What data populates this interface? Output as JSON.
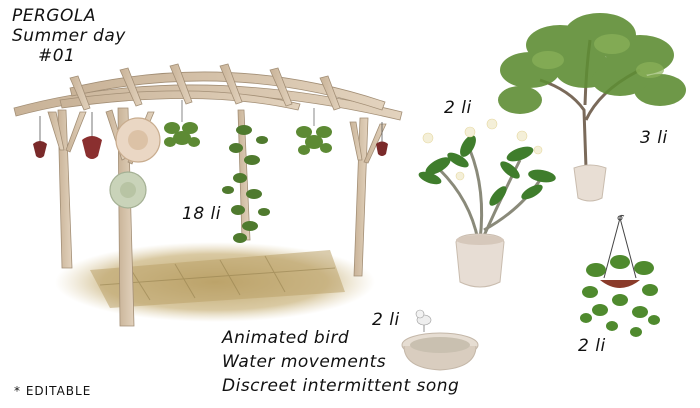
{
  "title": {
    "line1": "PERGOLA",
    "line2": "Summer day",
    "line3": "#01"
  },
  "prices": {
    "pergola": "18 li",
    "plumeria": "2 li",
    "olive_tree": "3 li",
    "bird_bath": "2 li",
    "hanging_plant": "2 li"
  },
  "features": [
    "Animated bird",
    "Water movements",
    "Discreet intermittent song"
  ],
  "note": "* EDITABLE",
  "icons": [
    "pergola",
    "hanging-lantern-icon",
    "straw-hat-icon",
    "potted-plant-icon",
    "olive-tree-icon",
    "bird-bath-icon",
    "hanging-basket-icon"
  ]
}
